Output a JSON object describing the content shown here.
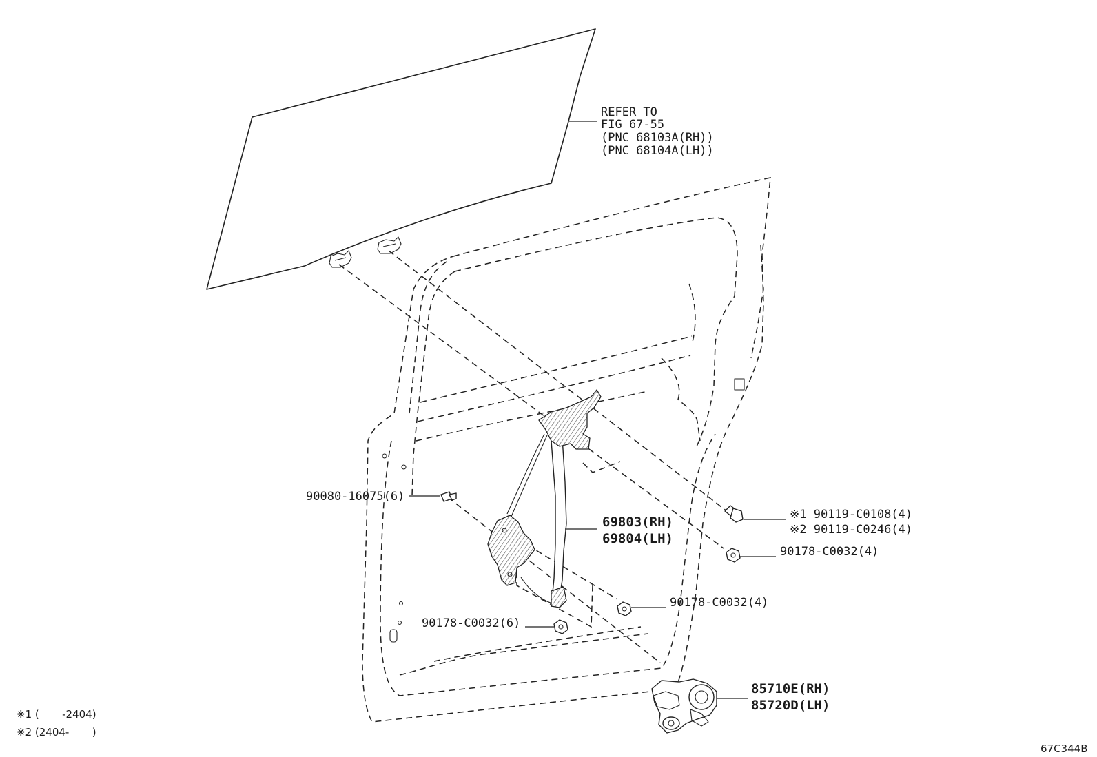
{
  "refer_note": {
    "line1": "REFER TO",
    "line2": "FIG 67-55",
    "line3": "(PNC 68103A(RH))",
    "line4": "(PNC 68104A(LH))"
  },
  "callouts": {
    "bolt_90080": "90080-16075(6)",
    "regulator_rh": "69803(RH)",
    "regulator_lh": "69804(LH)",
    "bolt_90119_a": "※1 90119-C0108(4)",
    "bolt_90119_b": "※2 90119-C0246(4)",
    "nut_upper": "90178-C0032(4)",
    "nut_middle": "90178-C0032(4)",
    "nut_lower": "90178-C0032(6)",
    "motor_rh": "85710E(RH)",
    "motor_lh": "85720D(LH)"
  },
  "legend": {
    "note1": "※1 (       -2404)",
    "note2": "※2 (2404-       )"
  },
  "figure_id": "67C344B"
}
